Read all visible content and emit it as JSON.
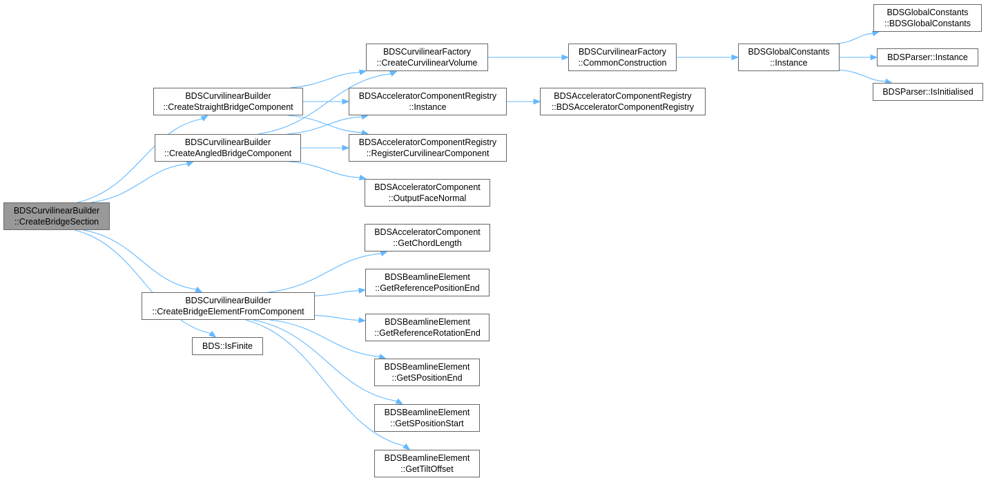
{
  "colors": {
    "edge": "#63b8ff",
    "node_border": "#666666",
    "root_fill": "#999999",
    "node_fill": "#ffffff"
  },
  "nodes": {
    "root": {
      "l1": "BDSCurvilinearBuilder",
      "l2": "::CreateBridgeSection"
    },
    "csbc": {
      "l1": "BDSCurvilinearBuilder",
      "l2": "::CreateStraightBridgeComponent"
    },
    "cabc": {
      "l1": "BDSCurvilinearBuilder",
      "l2": "::CreateAngledBridgeComponent"
    },
    "cbefc": {
      "l1": "BDSCurvilinearBuilder",
      "l2": "::CreateBridgeElementFromComponent"
    },
    "isfin": {
      "l1": "BDS::IsFinite"
    },
    "ccv": {
      "l1": "BDSCurvilinearFactory",
      "l2": "::CreateCurvilinearVolume"
    },
    "acri": {
      "l1": "BDSAcceleratorComponentRegistry",
      "l2": "::Instance"
    },
    "acrr": {
      "l1": "BDSAcceleratorComponentRegistry",
      "l2": "::RegisterCurvilinearComponent"
    },
    "ofn": {
      "l1": "BDSAcceleratorComponent",
      "l2": "::OutputFaceNormal"
    },
    "gcl": {
      "l1": "BDSAcceleratorComponent",
      "l2": "::GetChordLength"
    },
    "grpe": {
      "l1": "BDSBeamlineElement",
      "l2": "::GetReferencePositionEnd"
    },
    "grre": {
      "l1": "BDSBeamlineElement",
      "l2": "::GetReferenceRotationEnd"
    },
    "gspe": {
      "l1": "BDSBeamlineElement",
      "l2": "::GetSPositionEnd"
    },
    "gsps": {
      "l1": "BDSBeamlineElement",
      "l2": "::GetSPositionStart"
    },
    "gto": {
      "l1": "BDSBeamlineElement",
      "l2": "::GetTiltOffset"
    },
    "cc": {
      "l1": "BDSCurvilinearFactory",
      "l2": "::CommonConstruction"
    },
    "acrc": {
      "l1": "BDSAcceleratorComponentRegistry",
      "l2": "::BDSAcceleratorComponentRegistry"
    },
    "gci": {
      "l1": "BDSGlobalConstants",
      "l2": "::Instance"
    },
    "gcc": {
      "l1": "BDSGlobalConstants",
      "l2": "::BDSGlobalConstants"
    },
    "pinst": {
      "l1": "BDSParser::Instance"
    },
    "pisi": {
      "l1": "BDSParser::IsInitialised"
    }
  },
  "edges": [
    [
      "root",
      "csbc"
    ],
    [
      "root",
      "cabc"
    ],
    [
      "root",
      "cbefc"
    ],
    [
      "root",
      "isfin"
    ],
    [
      "csbc",
      "ccv"
    ],
    [
      "csbc",
      "acri"
    ],
    [
      "csbc",
      "acrr"
    ],
    [
      "cabc",
      "ccv"
    ],
    [
      "cabc",
      "acri"
    ],
    [
      "cabc",
      "acrr"
    ],
    [
      "cabc",
      "ofn"
    ],
    [
      "cbefc",
      "gcl"
    ],
    [
      "cbefc",
      "grpe"
    ],
    [
      "cbefc",
      "grre"
    ],
    [
      "cbefc",
      "gspe"
    ],
    [
      "cbefc",
      "gsps"
    ],
    [
      "cbefc",
      "gto"
    ],
    [
      "ccv",
      "cc"
    ],
    [
      "acri",
      "acrc"
    ],
    [
      "cc",
      "gci"
    ],
    [
      "gci",
      "gcc"
    ],
    [
      "gci",
      "pinst"
    ],
    [
      "gci",
      "pisi"
    ]
  ]
}
